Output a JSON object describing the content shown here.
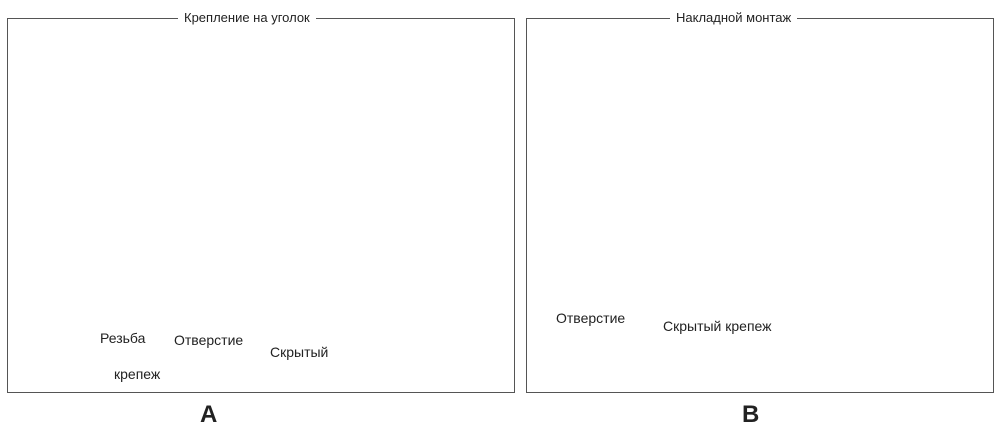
{
  "panel_a": {
    "title": "Крепление на уголок",
    "letter": "A",
    "labels": {
      "thread": "Резьба",
      "hole": "Отверстие",
      "fastener": "крепеж",
      "hidden": "Скрытый"
    }
  },
  "panel_b": {
    "title": "Накладной монтаж",
    "letter": "B",
    "labels": {
      "hole": "Отверстие",
      "hidden_fastener": "Скрытый крепеж"
    }
  }
}
